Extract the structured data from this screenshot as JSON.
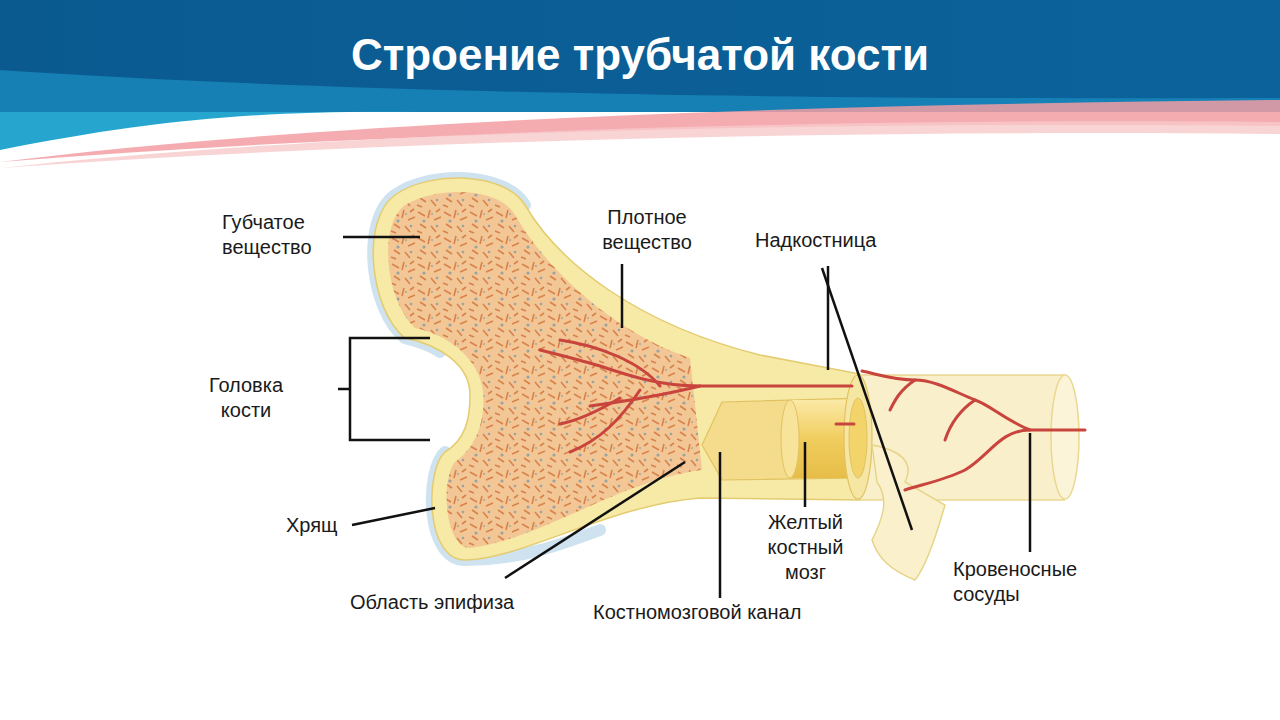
{
  "diagram": {
    "title": "Строение трубчатой кости",
    "labels": [
      "Губчатое вещество",
      "Плотное вещество",
      "Надкостница",
      "Головка кости",
      "Хрящ",
      "Область эпифиза",
      "Костномозговой канал",
      "Желтый костный мозг",
      "Кровеносные сосуды"
    ]
  }
}
